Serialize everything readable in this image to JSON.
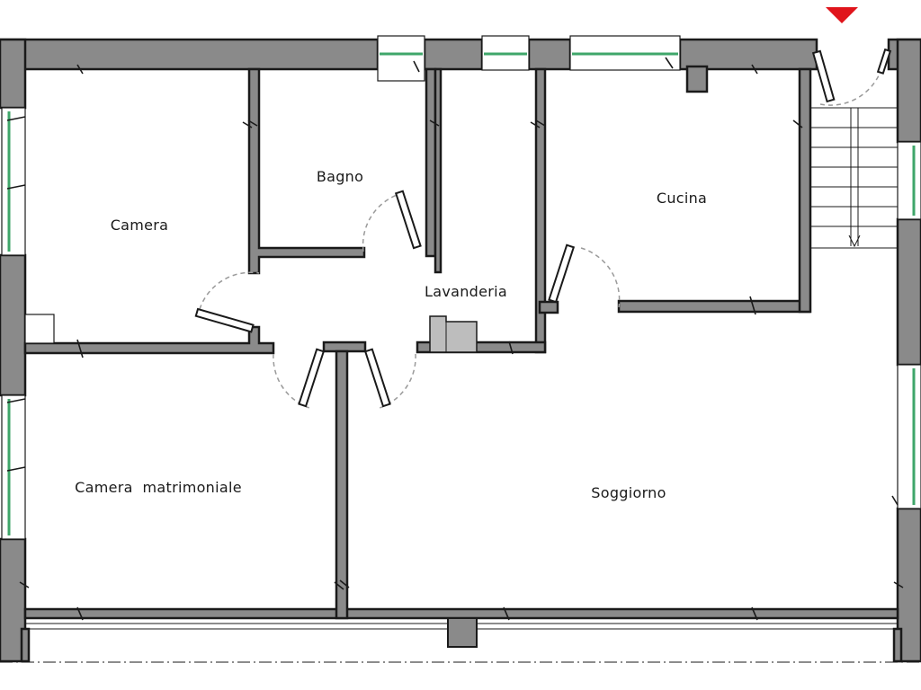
{
  "rooms": {
    "camera": "Camera",
    "bagno": "Bagno",
    "lavanderia": "Lavanderia",
    "cucina": "Cucina",
    "camera_matrimoniale": "Camera  matrimoniale",
    "soggiorno": "Soggiorno"
  },
  "colors": {
    "wall_fill": "#8a8a8a",
    "wall_line": "#1a1a1a",
    "window_glass": "#3fa66a",
    "entrance_marker": "#e0141b"
  },
  "icons": {
    "entrance": "entrance-arrow-icon"
  }
}
